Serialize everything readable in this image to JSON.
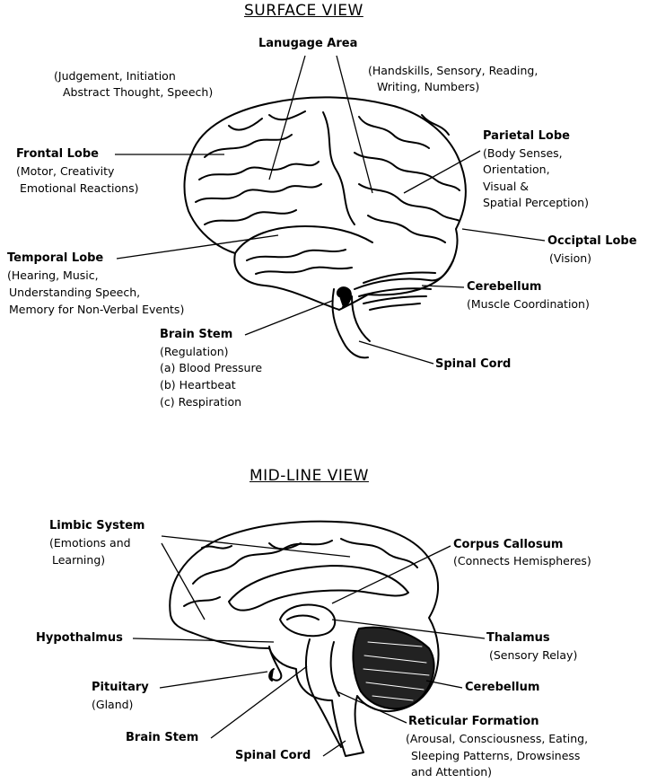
{
  "surface": {
    "title": "SURFACE VIEW",
    "language_area": "Lanugage Area",
    "left_desc": [
      "(Judgement, Initiation",
      "Abstract Thought, Speech)"
    ],
    "right_desc": [
      "(Handskills, Sensory, Reading,",
      "Writing, Numbers)"
    ],
    "frontal": {
      "name": "Frontal Lobe",
      "desc": [
        "(Motor, Creativity",
        "Emotional Reactions)"
      ]
    },
    "parietal": {
      "name": "Parietal Lobe",
      "desc": [
        "(Body Senses,",
        "Orientation,",
        "Visual &",
        "Spatial Perception)"
      ]
    },
    "temporal": {
      "name": "Temporal Lobe",
      "desc": [
        "(Hearing, Music,",
        "Understanding Speech,",
        "Memory for Non-Verbal Events)"
      ]
    },
    "occipital": {
      "name": "Occiptal Lobe",
      "desc": [
        "(Vision)"
      ]
    },
    "cerebellum": {
      "name": "Cerebellum",
      "desc": [
        "(Muscle Coordination)"
      ]
    },
    "brain_stem": {
      "name": "Brain Stem",
      "desc": [
        "(Regulation)",
        "(a) Blood Pressure",
        "(b) Heartbeat",
        "(c) Respiration"
      ]
    },
    "spinal_cord": "Spinal Cord"
  },
  "midline": {
    "title": "MID-LINE VIEW",
    "limbic": {
      "name": "Limbic System",
      "desc": [
        "(Emotions and",
        "Learning)"
      ]
    },
    "corpus": {
      "name": "Corpus Callosum",
      "desc": [
        "(Connects Hemispheres)"
      ]
    },
    "hypothalamus": "Hypothalmus",
    "thalamus": {
      "name": "Thalamus",
      "desc": [
        "(Sensory Relay)"
      ]
    },
    "pituitary": {
      "name": "Pituitary",
      "desc": [
        "(Gland)"
      ]
    },
    "cerebellum": "Cerebellum",
    "reticular": {
      "name": "Reticular Formation",
      "desc": [
        "(Arousal, Consciousness, Eating,",
        "Sleeping Patterns, Drowsiness",
        "and Attention)"
      ]
    },
    "brain_stem": "Brain Stem",
    "spinal_cord": "Spinal Cord"
  }
}
